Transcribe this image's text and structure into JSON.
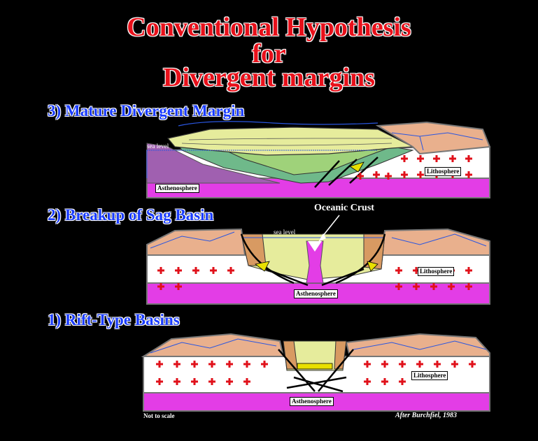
{
  "title": {
    "line1": "Conventional Hypothesis",
    "line2": "for",
    "line3": "Divergent margins"
  },
  "stages": [
    {
      "heading": "3) Mature Divergent Margin",
      "labels": {
        "sea_level": "sea level",
        "lithosphere": "Lithosphere",
        "asthenosphere": "Asthenosphere"
      }
    },
    {
      "heading": "2) Breakup of Sag Basin",
      "labels": {
        "sea_level": "sea level",
        "lithosphere": "Lithosphere",
        "asthenosphere": "Asthenosphere",
        "oceanic_crust": "Oceanic Crust"
      }
    },
    {
      "heading": "1) Rift-Type Basins",
      "labels": {
        "lithosphere": "Lithosphere",
        "asthenosphere": "Asthenosphere"
      }
    }
  ],
  "footer": {
    "scale_note": "Not to scale",
    "credit": "After Burchfiel, 1983"
  },
  "colors": {
    "background": "#000000",
    "title_red": "#e8101a",
    "heading_blue": "#1a3cff",
    "asthenosphere": "#e33de6",
    "crust_surface": "#e9b08d",
    "sediment_yellow": "#e6ec9c",
    "sediment_green": "#9fd27a",
    "cross_red": "#e0101a"
  }
}
